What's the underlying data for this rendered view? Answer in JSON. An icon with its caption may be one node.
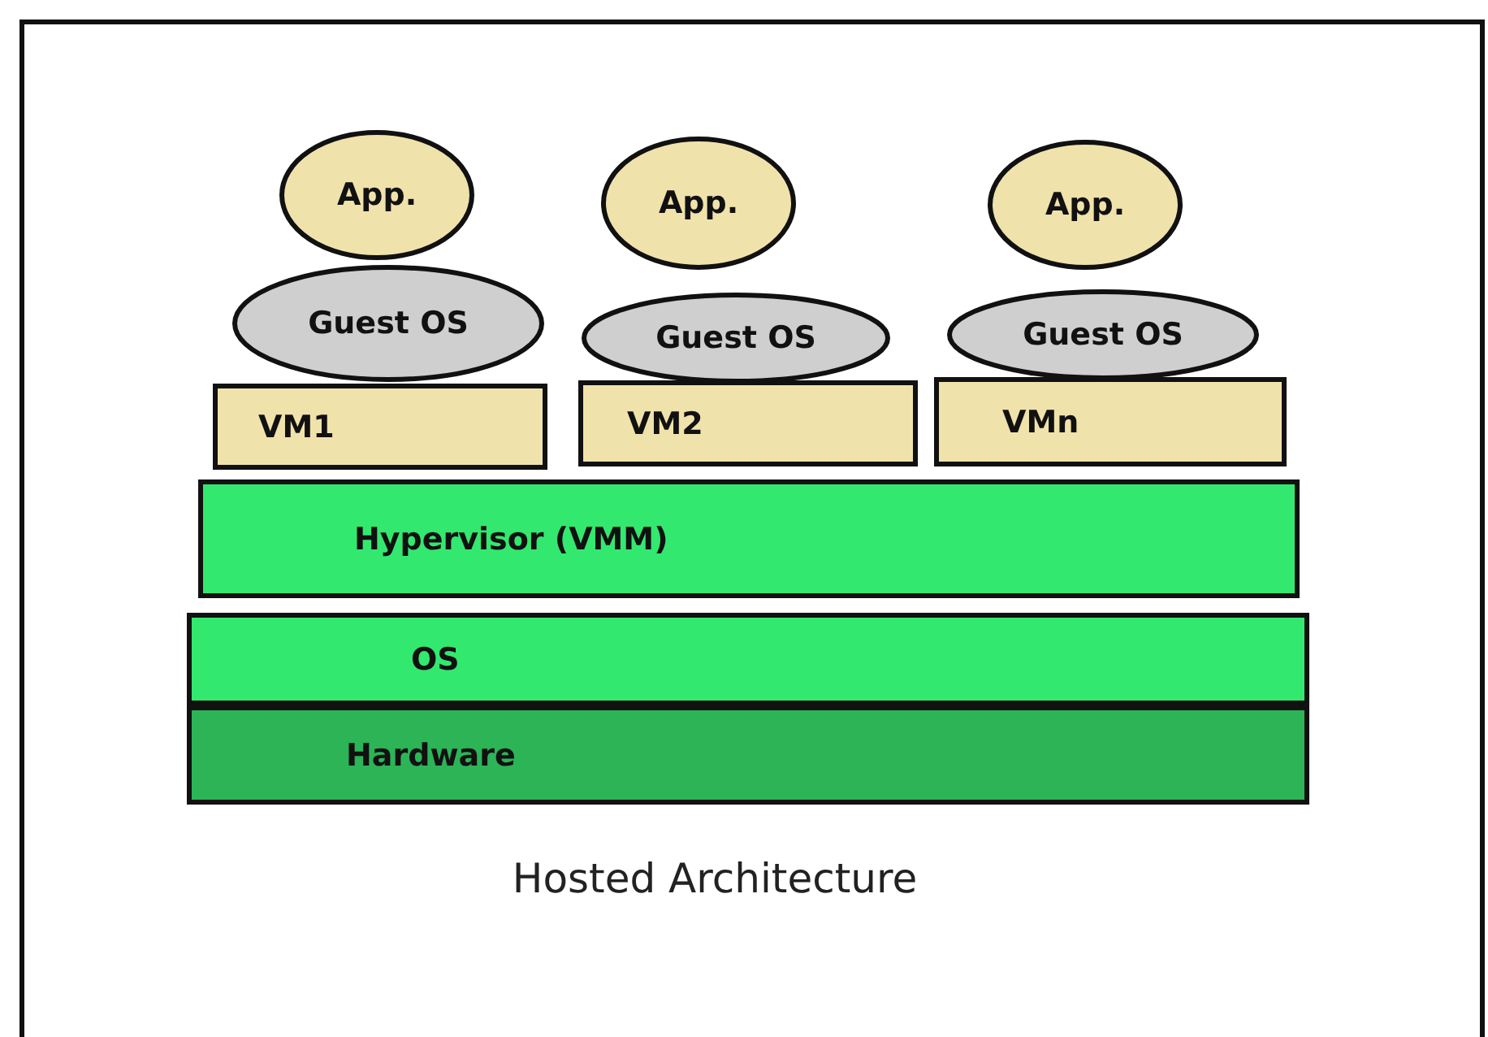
{
  "diagram": {
    "caption": "Hosted Architecture",
    "nodes": [
      {
        "text": [
          "App."
        ]
      },
      {
        "text": [
          "App."
        ]
      },
      {
        "text": [
          "App."
        ]
      },
      {
        "text": [
          "Guest OS"
        ]
      },
      {
        "text": [
          "Guest OS"
        ]
      },
      {
        "text": [
          "Guest OS"
        ]
      },
      {
        "text": [
          "VM1"
        ]
      },
      {
        "text": [
          "VM2"
        ]
      },
      {
        "text": [
          "VMn"
        ]
      },
      {
        "text": [
          "Hypervisor (VMM)"
        ]
      },
      {
        "text": [
          "OS"
        ]
      },
      {
        "text": [
          "Hardware"
        ]
      }
    ]
  }
}
